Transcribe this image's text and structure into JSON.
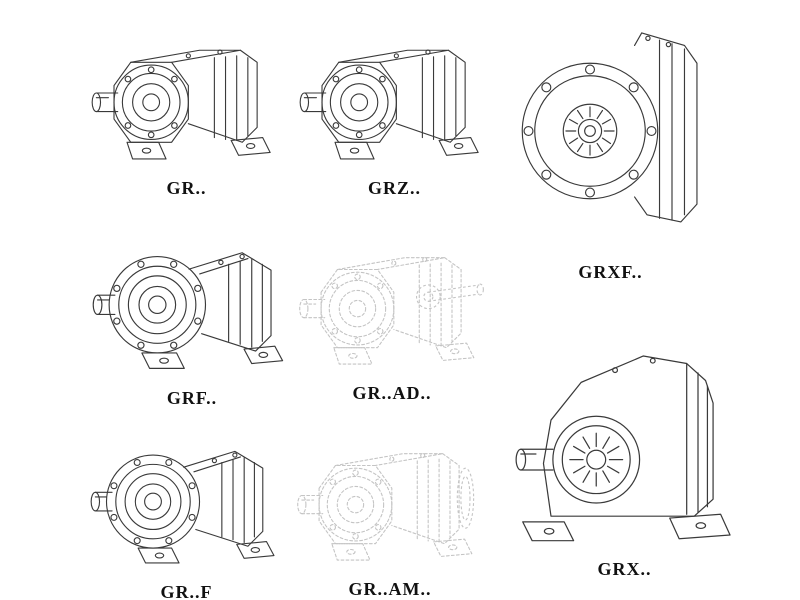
{
  "page": {
    "kind": "gear-reducer-catalog-figure-sheet",
    "colors": {
      "background": "#ffffff",
      "line": "#3a3a3a",
      "faint_line": "#c4c4c4",
      "label": "#111111"
    }
  },
  "items": [
    {
      "id": "gr",
      "label": "GR.."
    },
    {
      "id": "grz",
      "label": "GRZ.."
    },
    {
      "id": "grxf",
      "label": "GRXF.."
    },
    {
      "id": "grf",
      "label": "GRF.."
    },
    {
      "id": "grad",
      "label": "GR..AD.."
    },
    {
      "id": "grff",
      "label": "GR..F"
    },
    {
      "id": "gram",
      "label": "GR..AM.."
    },
    {
      "id": "grx",
      "label": "GRX.."
    }
  ]
}
